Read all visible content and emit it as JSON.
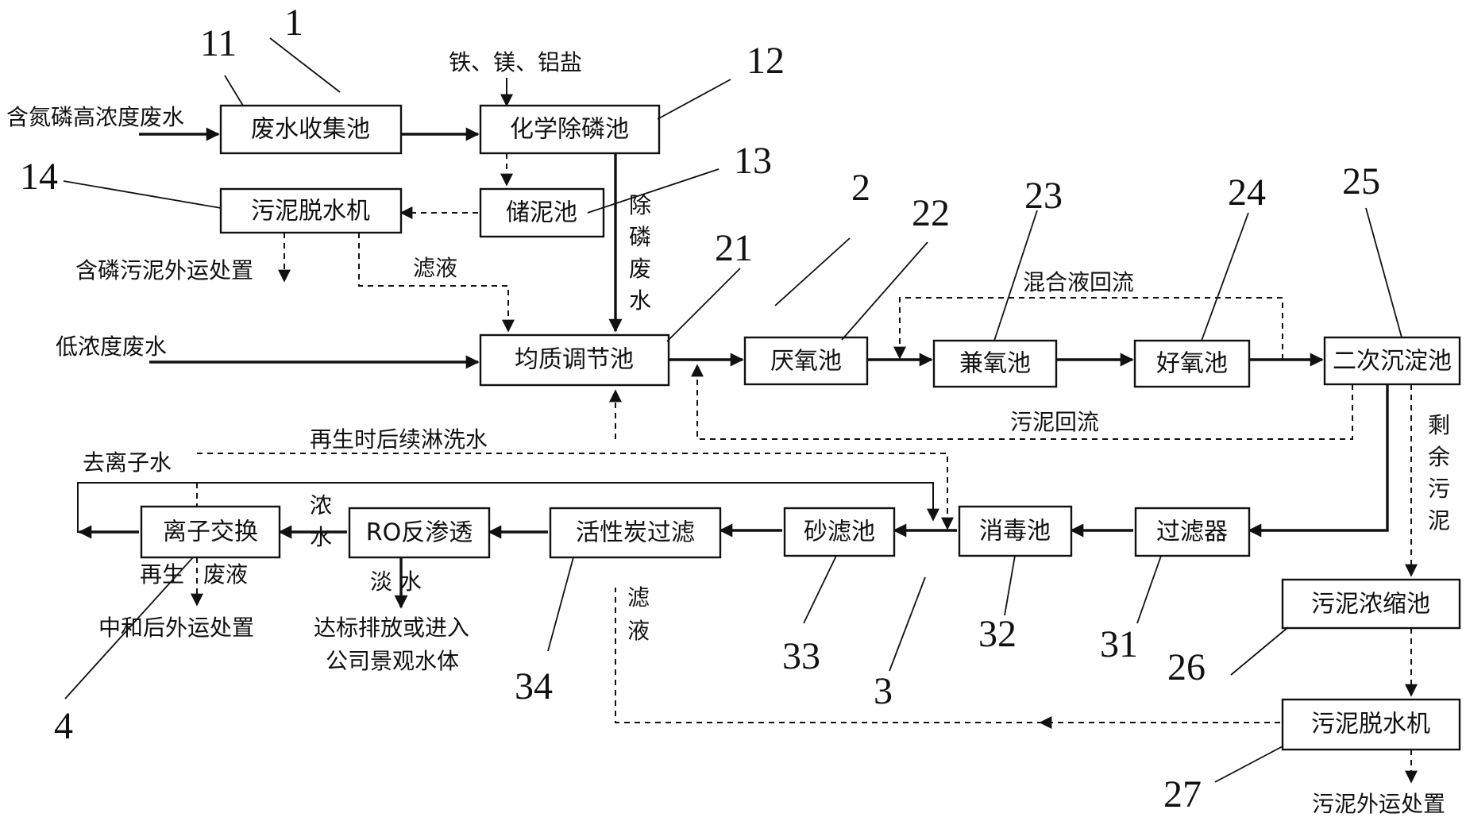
{
  "boxes": {
    "collect": "废水收集池",
    "chem": "化学除磷池",
    "sludge_store": "储泥池",
    "dewater1": "污泥脱水机",
    "equal": "均质调节池",
    "anaerobic": "厌氧池",
    "anoxic": "兼氧池",
    "aerobic": "好氧池",
    "secondary": "二次沉淀池",
    "thicken": "污泥浓缩池",
    "dewater2": "污泥脱水机",
    "filter": "过滤器",
    "disinfect": "消毒池",
    "sand": "砂滤池",
    "carbon": "活性炭过滤",
    "ro": "RO反渗透",
    "ion": "离子交换"
  },
  "labels": {
    "high_conc_in": "含氮磷高浓度废水",
    "salts": "铁、镁、铝盐",
    "p_sludge_out": "含磷污泥外运处置",
    "filtrate1": "滤液",
    "p_removed_water": "除磷废水",
    "low_conc_in": "低浓度废水",
    "mix_return": "混合液回流",
    "sludge_return": "污泥回流",
    "regen_rinse": "再生时后续淋洗水",
    "deionized": "去离子水",
    "excess_sludge": "剩余污泥",
    "concentrate": "浓水",
    "regen": "再生",
    "waste_liquid": "废液",
    "neutralize_out": "中和后外运处置",
    "fresh_water": "淡 水",
    "discharge_1": "达标排放或进入",
    "discharge_2": "公司景观水体",
    "filtrate2": "滤液",
    "sludge_out": "污泥外运处置"
  },
  "refs": {
    "r1": "1",
    "r11": "11",
    "r12": "12",
    "r13": "13",
    "r14": "14",
    "r2": "2",
    "r21": "21",
    "r22": "22",
    "r23": "23",
    "r24": "24",
    "r25": "25",
    "r26": "26",
    "r27": "27",
    "r3": "3",
    "r31": "31",
    "r32": "32",
    "r33": "33",
    "r34": "34",
    "r4": "4"
  }
}
